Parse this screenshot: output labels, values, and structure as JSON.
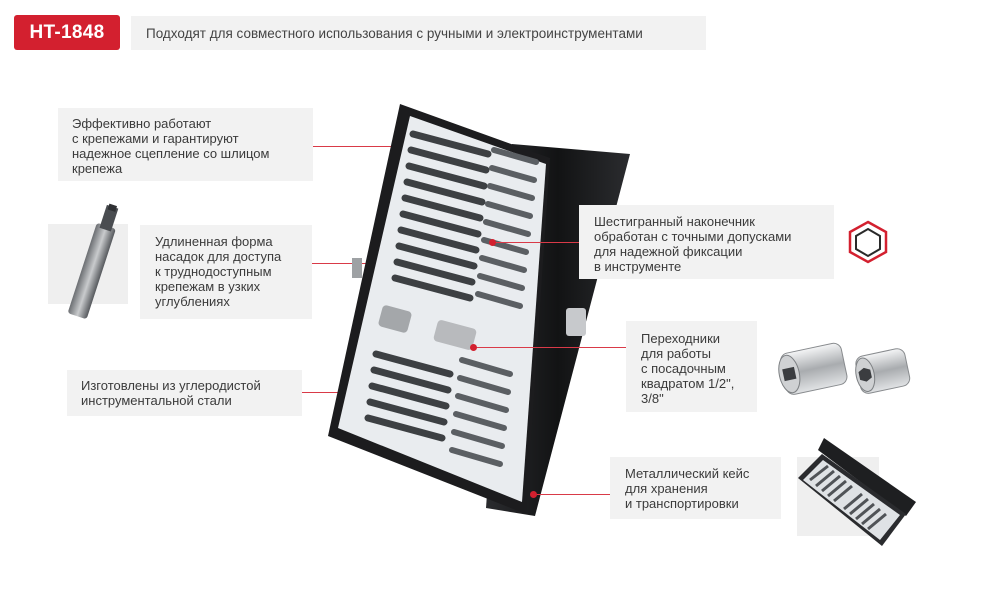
{
  "header": {
    "model_badge": "HT-1848",
    "subtitle": "Подходят для совместного использования с ручными и электроинструментами"
  },
  "callouts": {
    "grip": "Эффективно работают\nс крепежами и гарантируют\nнадежное сцепление со шлицом\nкрепежа",
    "long_shape": "Удлиненная форма\nнасадок для доступа\nк труднодоступным\nкрепежам в узких\nуглублениях",
    "steel": "Изготовлены из углеродистой\nинструментальной стали",
    "hex_tip": "Шестигранный наконечник\nобработан с точными допусками\nдля надежной фиксации\nв инструменте",
    "adapters": "Переходники\nдля работы\nс посадочным\nквадратом 1/2\",\n3/8\"",
    "case": "Металлический кейс\nдля хранения\nи транспортировки"
  },
  "colors": {
    "accent": "#d3202f",
    "callout_bg": "#f2f2f2",
    "case_metal": "#1c1c1e",
    "tray": "#e9ecef",
    "label_blue": "#3a86c8"
  },
  "icons": [
    "hex-bit-icon",
    "hexagon-icon",
    "adapter-socket-icon",
    "case-thumbnail-icon"
  ]
}
